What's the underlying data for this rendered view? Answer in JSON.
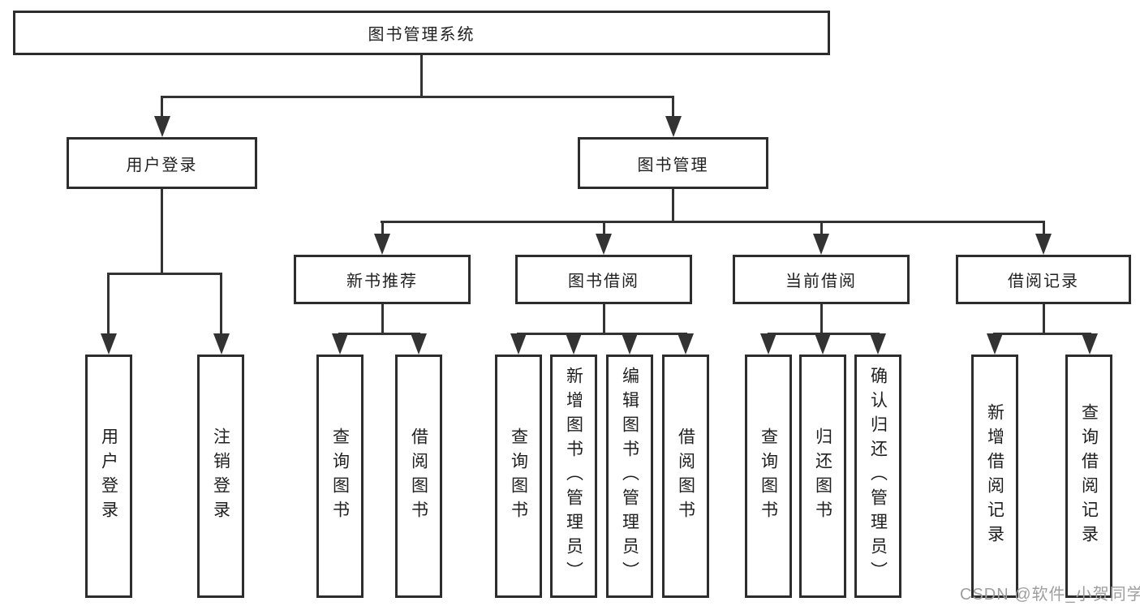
{
  "diagram": {
    "title": "图书管理系统",
    "root": {
      "label": "图书管理系统"
    },
    "level2": [
      {
        "id": "user-login",
        "label": "用户登录"
      },
      {
        "id": "book-management",
        "label": "图书管理"
      }
    ],
    "level3": [
      {
        "id": "new-book-recommend",
        "label": "新书推荐"
      },
      {
        "id": "book-borrow",
        "label": "图书借阅"
      },
      {
        "id": "current-borrow",
        "label": "当前借阅"
      },
      {
        "id": "borrow-records",
        "label": "借阅记录"
      }
    ],
    "leaves": [
      {
        "parent": "user-login",
        "label": "用户登录"
      },
      {
        "parent": "user-login",
        "label": "注销登录"
      },
      {
        "parent": "new-book-recommend",
        "label": "查询图书"
      },
      {
        "parent": "new-book-recommend",
        "label": "借阅图书"
      },
      {
        "parent": "book-borrow",
        "label": "查询图书"
      },
      {
        "parent": "book-borrow",
        "label": "新增图书（管理员）"
      },
      {
        "parent": "book-borrow",
        "label": "编辑图书（管理员）"
      },
      {
        "parent": "book-borrow",
        "label": "借阅图书"
      },
      {
        "parent": "current-borrow",
        "label": "查询图书"
      },
      {
        "parent": "current-borrow",
        "label": "归还图书"
      },
      {
        "parent": "current-borrow",
        "label": "确认归还（管理员）"
      },
      {
        "parent": "borrow-records",
        "label": "新增借阅记录"
      },
      {
        "parent": "borrow-records",
        "label": "查询借阅记录"
      }
    ]
  },
  "watermark": {
    "text": "CSDN @软件_小贺同学",
    "color": "#9e9e9e"
  },
  "colors": {
    "background": "#ffffff",
    "line": "#333333",
    "box_border": "#2d2d2d",
    "text": "#1f1f1f"
  }
}
